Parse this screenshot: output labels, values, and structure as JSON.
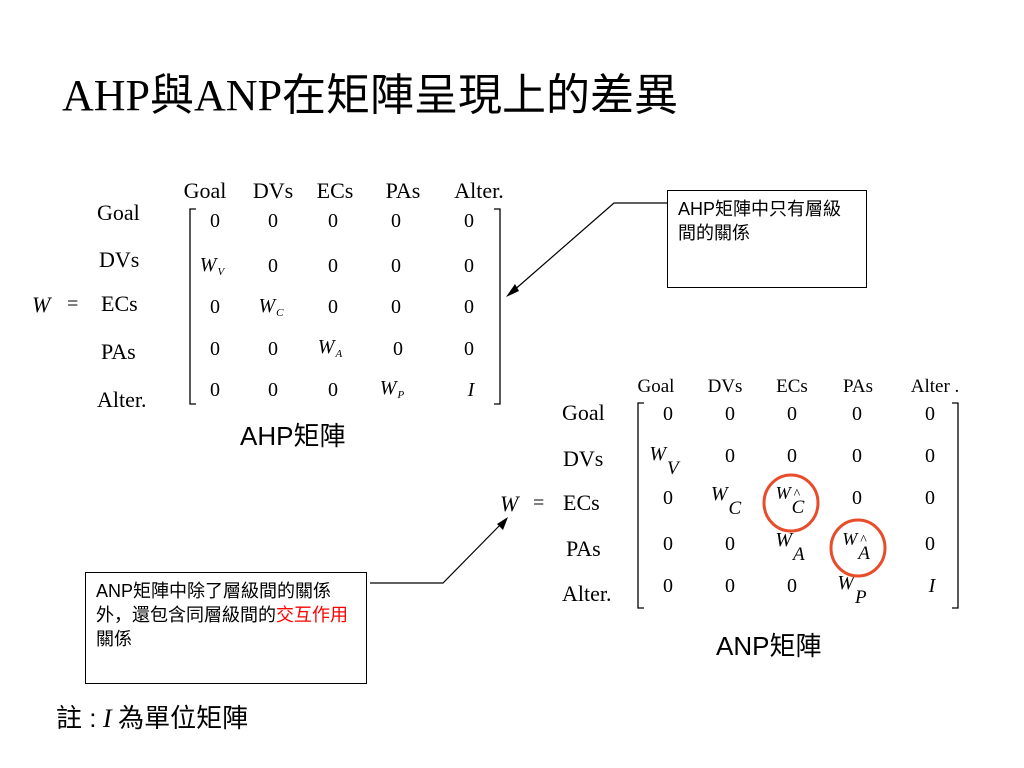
{
  "title": "AHP與ANP在矩陣呈現上的差異",
  "ahp": {
    "column_headers": [
      "Goal",
      "DVs",
      "ECs",
      "PAs",
      "Alter."
    ],
    "row_headers": [
      "Goal",
      "DVs",
      "ECs",
      "PAs",
      "Alter."
    ],
    "w_label": "W",
    "equals": "=",
    "cells": [
      [
        "0",
        "0",
        "0",
        "0",
        "0"
      ],
      [
        "W_V",
        "0",
        "0",
        "0",
        "0"
      ],
      [
        "0",
        "W_C",
        "0",
        "0",
        "0"
      ],
      [
        "0",
        "0",
        "W_A",
        "0",
        "0"
      ],
      [
        "0",
        "0",
        "0",
        "W_P",
        "I"
      ]
    ],
    "caption": "AHP矩陣"
  },
  "anp": {
    "column_headers": [
      "Goal",
      "DVs",
      "ECs",
      "PAs",
      "Alter ."
    ],
    "row_headers": [
      "Goal",
      "DVs",
      "ECs",
      "PAs",
      "Alter."
    ],
    "w_label": "W",
    "equals": "=",
    "cells": [
      [
        "0",
        "0",
        "0",
        "0",
        "0"
      ],
      [
        "W_V",
        "0",
        "0",
        "0",
        "0"
      ],
      [
        "0",
        "W_C",
        "W_Ĉ",
        "0",
        "0"
      ],
      [
        "0",
        "0",
        "W_A",
        "W_Â",
        "0"
      ],
      [
        "0",
        "0",
        "0",
        "W_P",
        "I"
      ]
    ],
    "caption": "ANP矩陣"
  },
  "notes": {
    "ahp_note": "AHP矩陣中只有層級間的關係",
    "anp_note_before": "ANP矩陣中除了層級間的關係外，還包含同層級間的",
    "anp_note_highlight": "交互作用",
    "anp_note_after": "關係",
    "footnote_prefix": "註 :",
    "footnote_symbol": "I",
    "footnote_suffix": "為單位矩陣"
  },
  "colors": {
    "highlight": "#ff0000",
    "circle": "#e84c2a",
    "text": "#000000"
  }
}
